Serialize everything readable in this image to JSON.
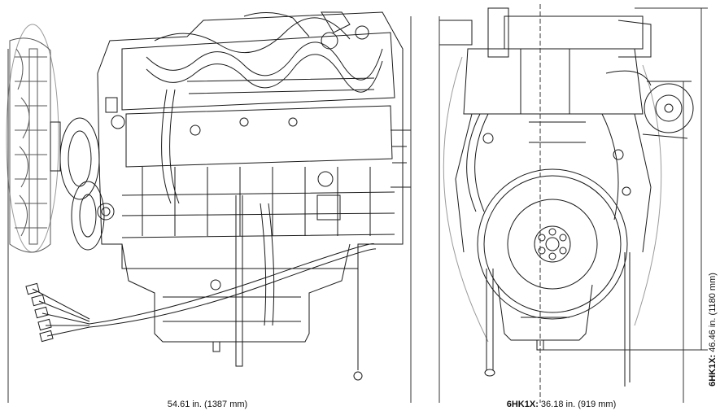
{
  "left_view": {
    "dimension_value": "54.61 in. (1387 mm)"
  },
  "right_view": {
    "width_model": "6HK1X:",
    "width_value": " 36.18 in. (919 mm)",
    "height_model": "6HK1X:",
    "height_value": " 46.46 in. (1180 mm)"
  },
  "colors": {
    "line": "#1a1a1a",
    "faint": "#8a8a8a",
    "background": "#ffffff"
  }
}
